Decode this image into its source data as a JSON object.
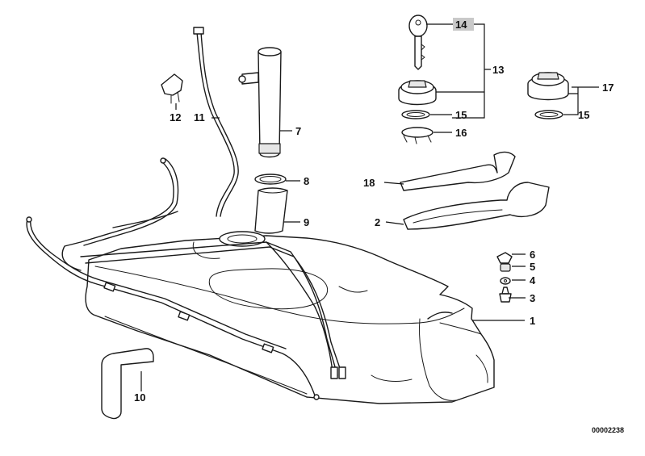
{
  "callouts": {
    "c1": "1",
    "c2": "2",
    "c3": "3",
    "c4": "4",
    "c5": "5",
    "c6": "6",
    "c7": "7",
    "c8": "8",
    "c9": "9",
    "c10": "10",
    "c11": "11",
    "c12": "12",
    "c13": "13",
    "c14": "14",
    "c15a": "15",
    "c15b": "15",
    "c16": "16",
    "c17": "17",
    "c18": "18"
  },
  "highlighted_callout": "14",
  "diagram_code": "00002238",
  "colors": {
    "line": "#1a1a1a",
    "highlight": "#c9c9c9",
    "background": "#ffffff"
  }
}
